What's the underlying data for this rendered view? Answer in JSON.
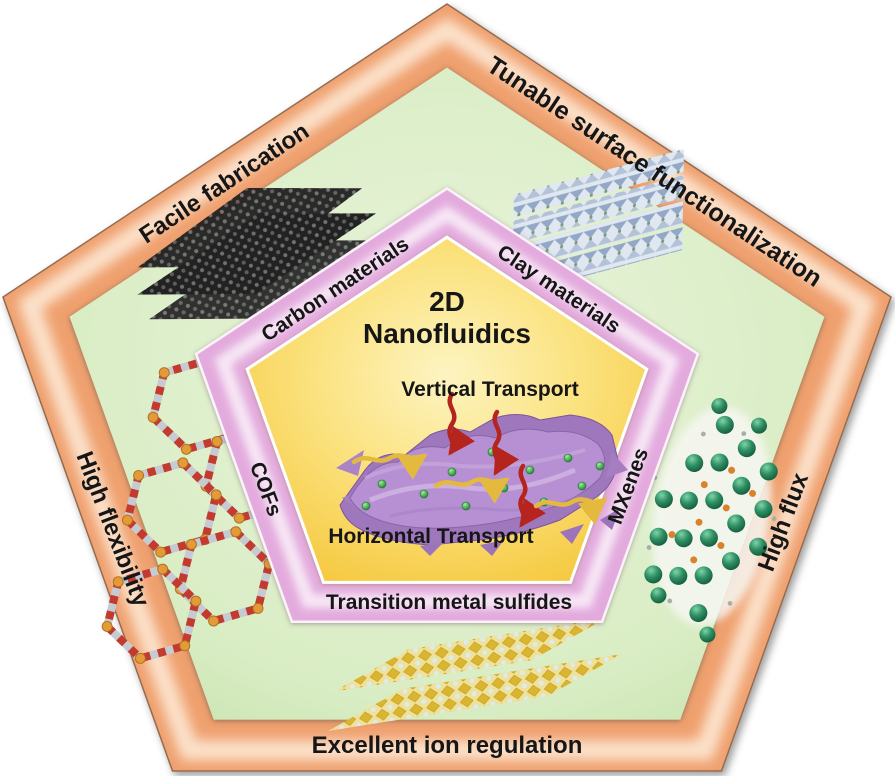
{
  "figure_title": {
    "line1": "2D",
    "line2": "Nanofluidics"
  },
  "center": {
    "vertical_transport": {
      "text": "Vertical Transport",
      "color": "#b71d1a"
    },
    "horizontal_transport": {
      "text": "Horizontal Transport",
      "color": "#3b64ac"
    },
    "membrane_color": "#b690d2",
    "ion_dot_color": "#57b45e",
    "vertical_arrow_color": "#b5241d",
    "horizontal_arrow_color": "#e3ba3e"
  },
  "inner_ring": {
    "band_color": "#e3abdd",
    "labels": [
      {
        "text": "Carbon materials"
      },
      {
        "text": "Clay materials"
      },
      {
        "text": "COFs"
      },
      {
        "text": "MXenes"
      },
      {
        "text": "Transition metal sulfides"
      }
    ]
  },
  "outer_ring": {
    "band_color": "#efa06e",
    "labels": [
      {
        "text": "Facile fabrication"
      },
      {
        "text": "Tunable surface functionalization"
      },
      {
        "text": "High flexibility"
      },
      {
        "text": "High flux"
      },
      {
        "text": "Excellent ion regulation"
      }
    ]
  },
  "field_color": "#d9edc4",
  "center_color": "#f6ce48",
  "illustration_icons": [
    "graphene-sheets-icon",
    "clay-lattice-icon",
    "cof-honeycomb-rings-icon",
    "mxene-sphere-cluster-icon",
    "tms-layered-lattice-icon",
    "nanofluidic-membrane-icon"
  ]
}
